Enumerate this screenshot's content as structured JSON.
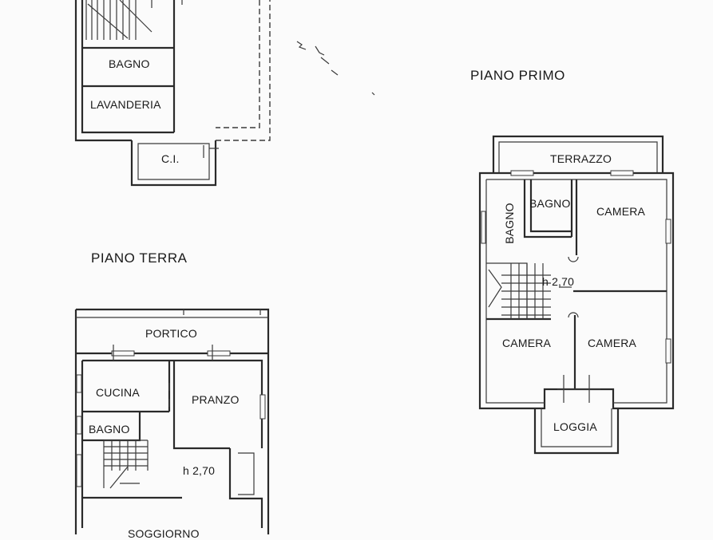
{
  "titles": {
    "ground_floor": "PIANO TERRA",
    "first_floor": "PIANO PRIMO"
  },
  "basement_rooms": {
    "bathroom": "BAGNO",
    "laundry": "LAVANDERIA",
    "ci": "C.I."
  },
  "ground_floor_rooms": {
    "portico": "PORTICO",
    "kitchen": "CUCINA",
    "dining": "PRANZO",
    "bathroom": "BAGNO",
    "height": "h 2,70",
    "living": "SOGGIORNO"
  },
  "first_floor_rooms": {
    "terrace": "TERRAZZO",
    "bathroom_vertical": "BAGNO",
    "bathroom": "BAGNO",
    "bedroom_top": "CAMERA",
    "height": "h 2,70",
    "bedroom_left": "CAMERA",
    "bedroom_right": "CAMERA",
    "loggia": "LOGGIA"
  }
}
